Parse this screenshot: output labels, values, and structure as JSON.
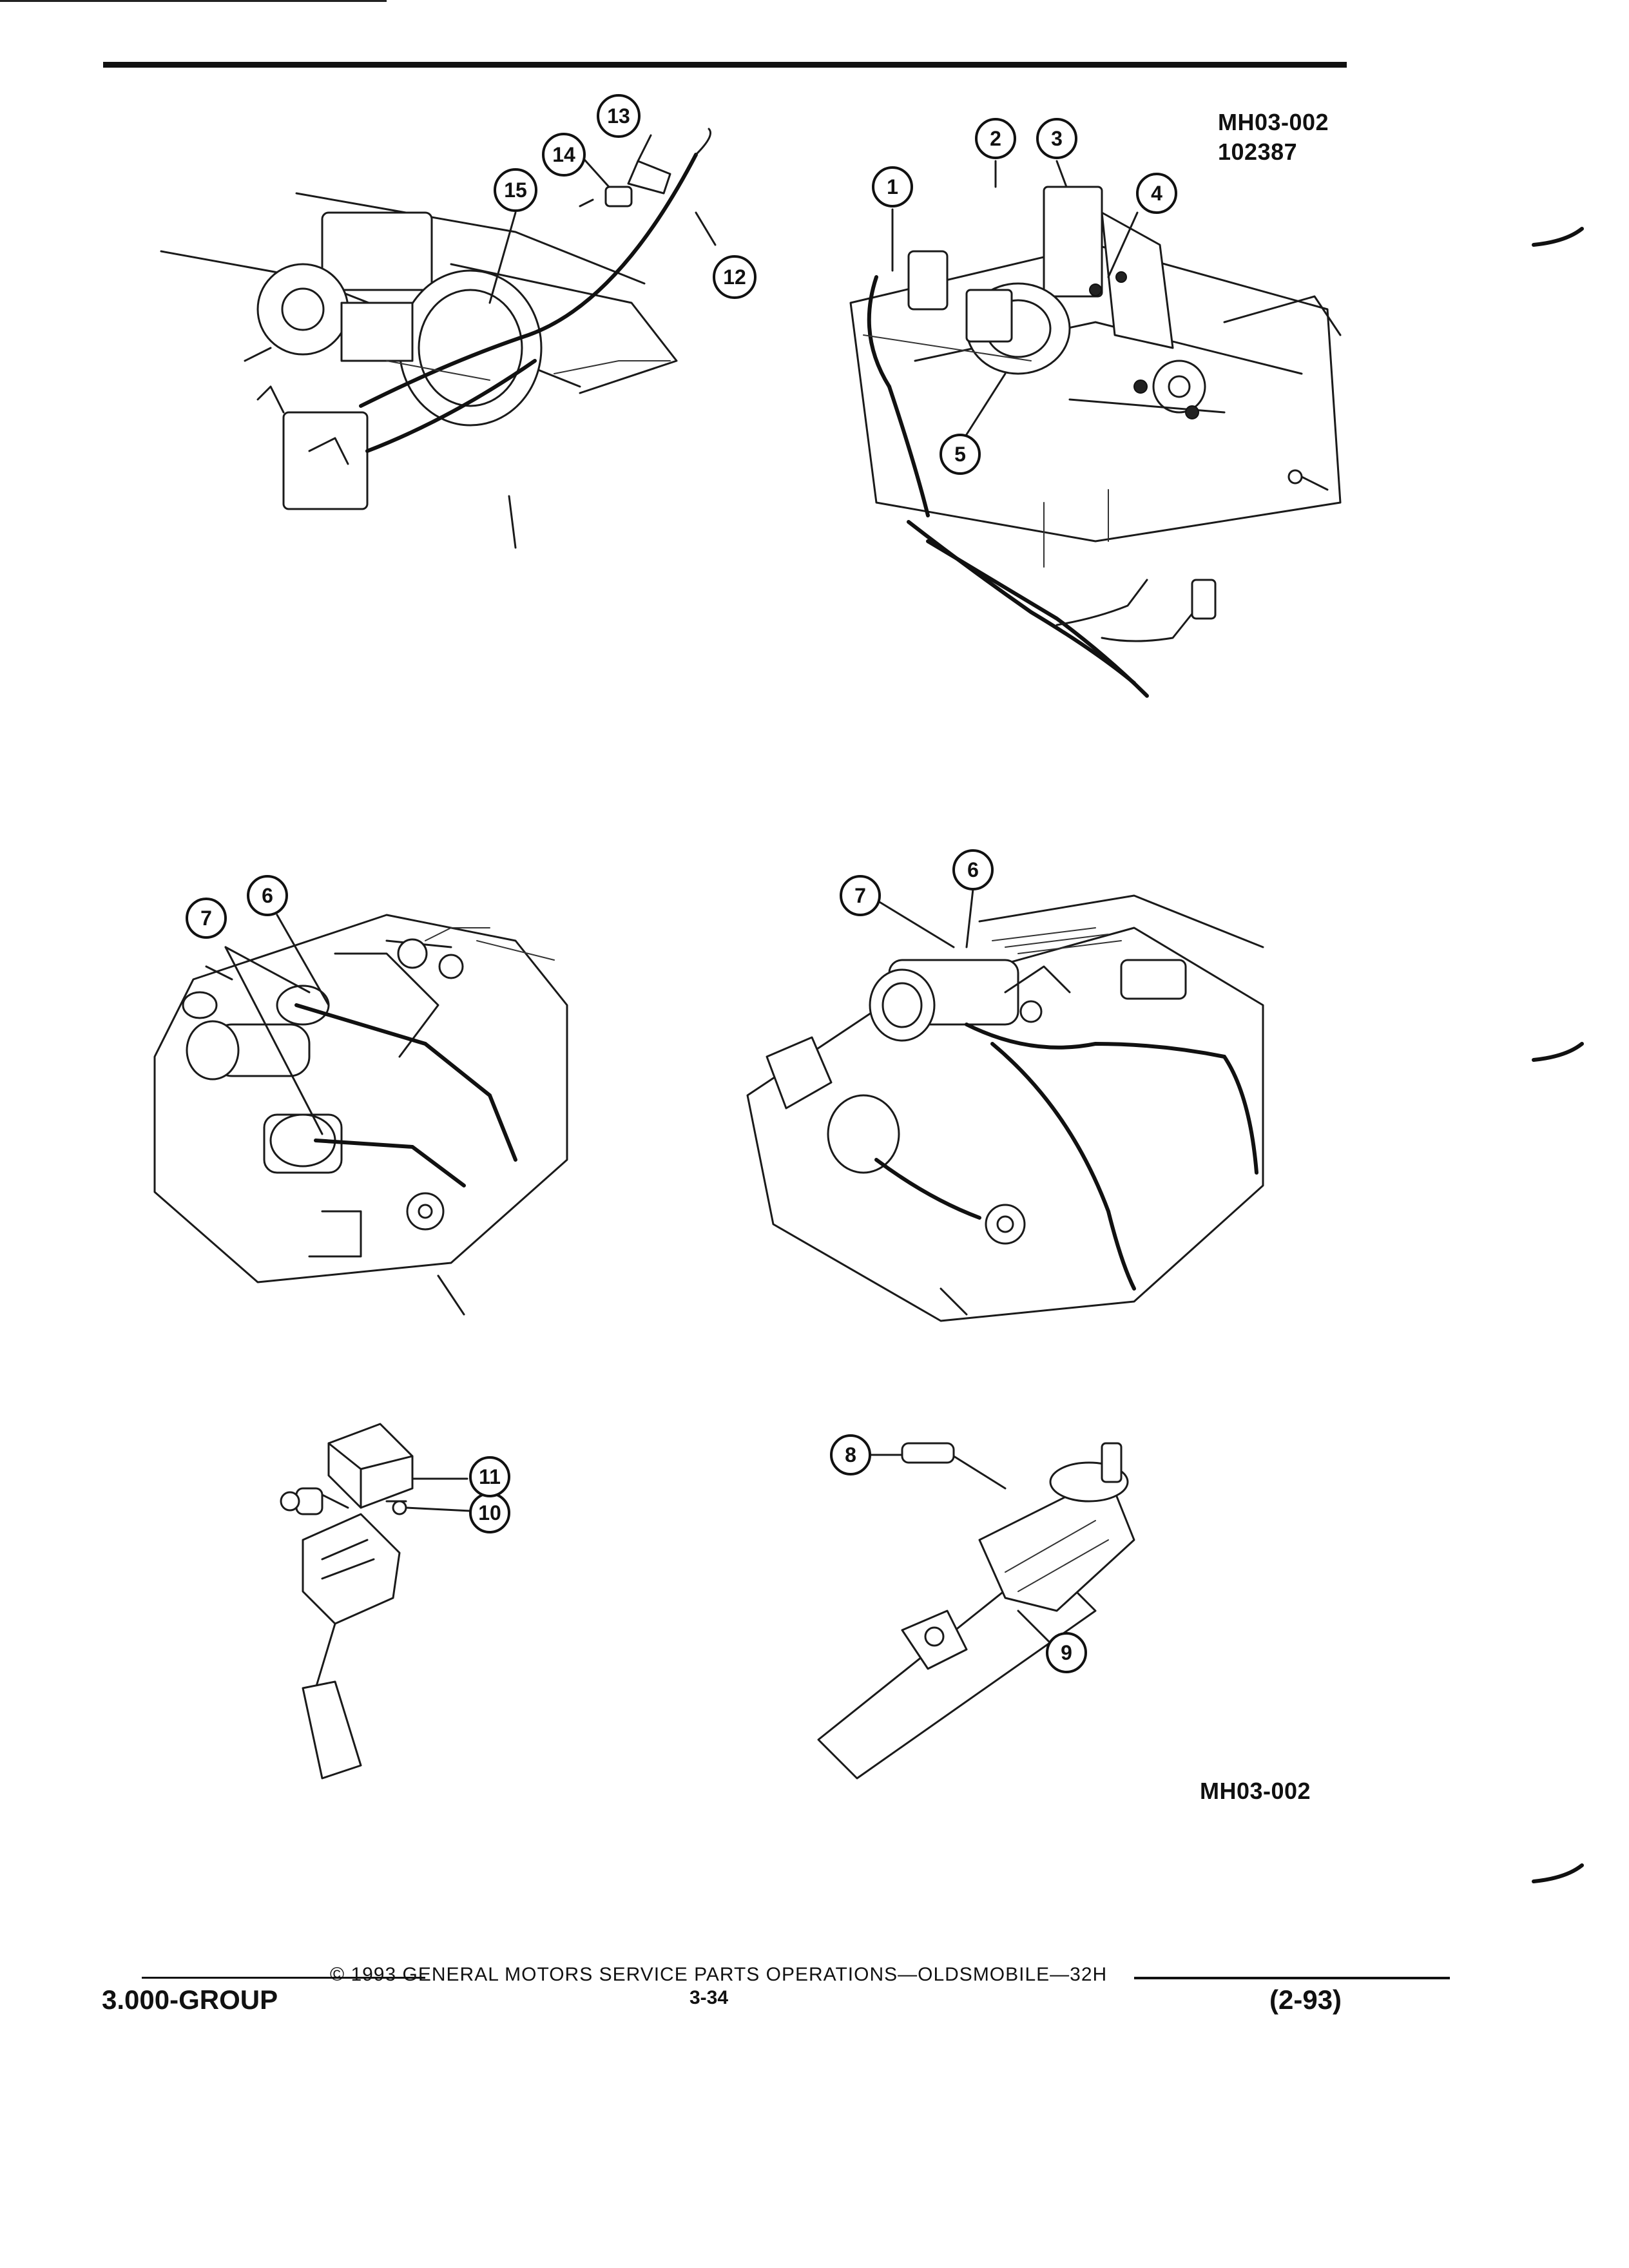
{
  "figure": {
    "code_top": "MH03-002",
    "code_top_ref": "102387",
    "code_bottom": "MH03-002"
  },
  "callouts": {
    "c1": "1",
    "c2": "2",
    "c3": "3",
    "c4": "4",
    "c5": "5",
    "c6a": "6",
    "c6b": "6",
    "c7a": "7",
    "c7b": "7",
    "c8": "8",
    "c9": "9",
    "c10": "10",
    "c11": "11",
    "c12": "12",
    "c13": "13",
    "c14": "14",
    "c15": "15"
  },
  "footer": {
    "copyright": "© 1993 GENERAL MOTORS SERVICE PARTS OPERATIONS—OLDSMOBILE—32H",
    "group": "3.000-GROUP",
    "page": "3-34",
    "date": "(2-93)"
  }
}
